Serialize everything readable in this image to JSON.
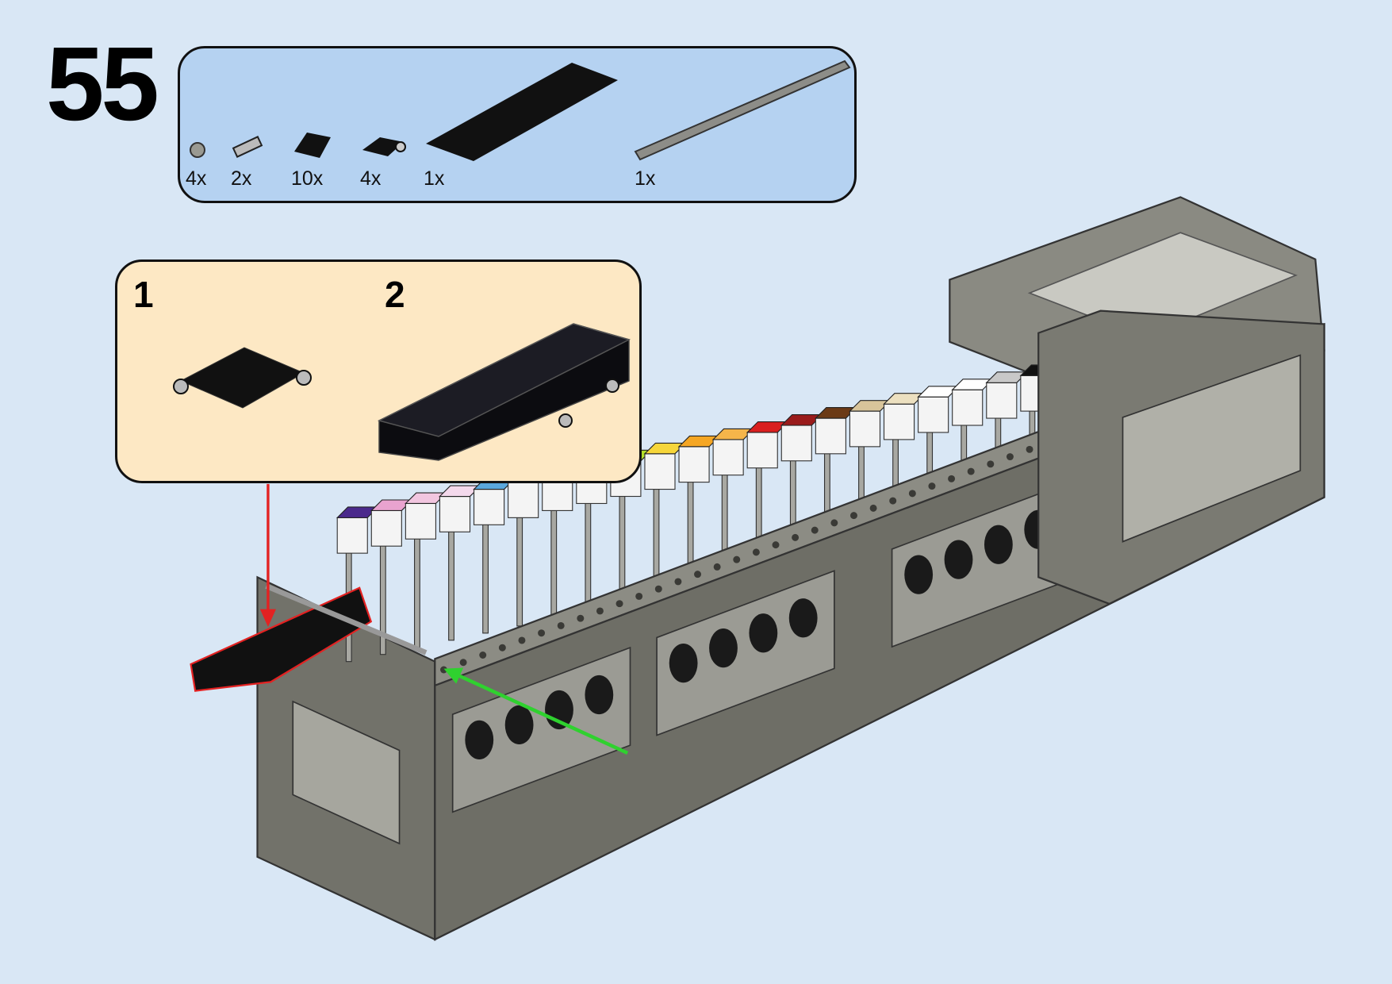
{
  "step": {
    "number": "55"
  },
  "parts_list": {
    "items": [
      {
        "part": "bush",
        "qty": "4x"
      },
      {
        "part": "pin-connector",
        "qty": "2x"
      },
      {
        "part": "slope-black",
        "qty": "10x"
      },
      {
        "part": "plate-with-pin-hole",
        "qty": "4x"
      },
      {
        "part": "plate-2x10-black",
        "qty": "1x"
      },
      {
        "part": "axle-long",
        "qty": "1x"
      }
    ]
  },
  "callout": {
    "sub_steps": [
      {
        "label": "1"
      },
      {
        "label": "2"
      }
    ]
  },
  "colors": {
    "background": "#d9e7f5",
    "parts_box": "#b5d2f1",
    "callout": "#fde8c4",
    "frame": "#6e6e66",
    "highlight": "#e32222",
    "arrow_green": "#2fd12f",
    "keys": [
      "#4b2a8c",
      "#e9a3cf",
      "#f2c6e0",
      "#f4d9ec",
      "#5aa7dc",
      "#2b5fc4",
      "#1f3f8a",
      "#1d7a2e",
      "#b5e02c",
      "#f6d63a",
      "#f5a623",
      "#f5b54a",
      "#d91f1f",
      "#9a1b1b",
      "#6b3a16",
      "#d8c49a",
      "#ece0c0",
      "#ffffff",
      "#ffffff",
      "#c8c8c8",
      "#111111"
    ]
  }
}
